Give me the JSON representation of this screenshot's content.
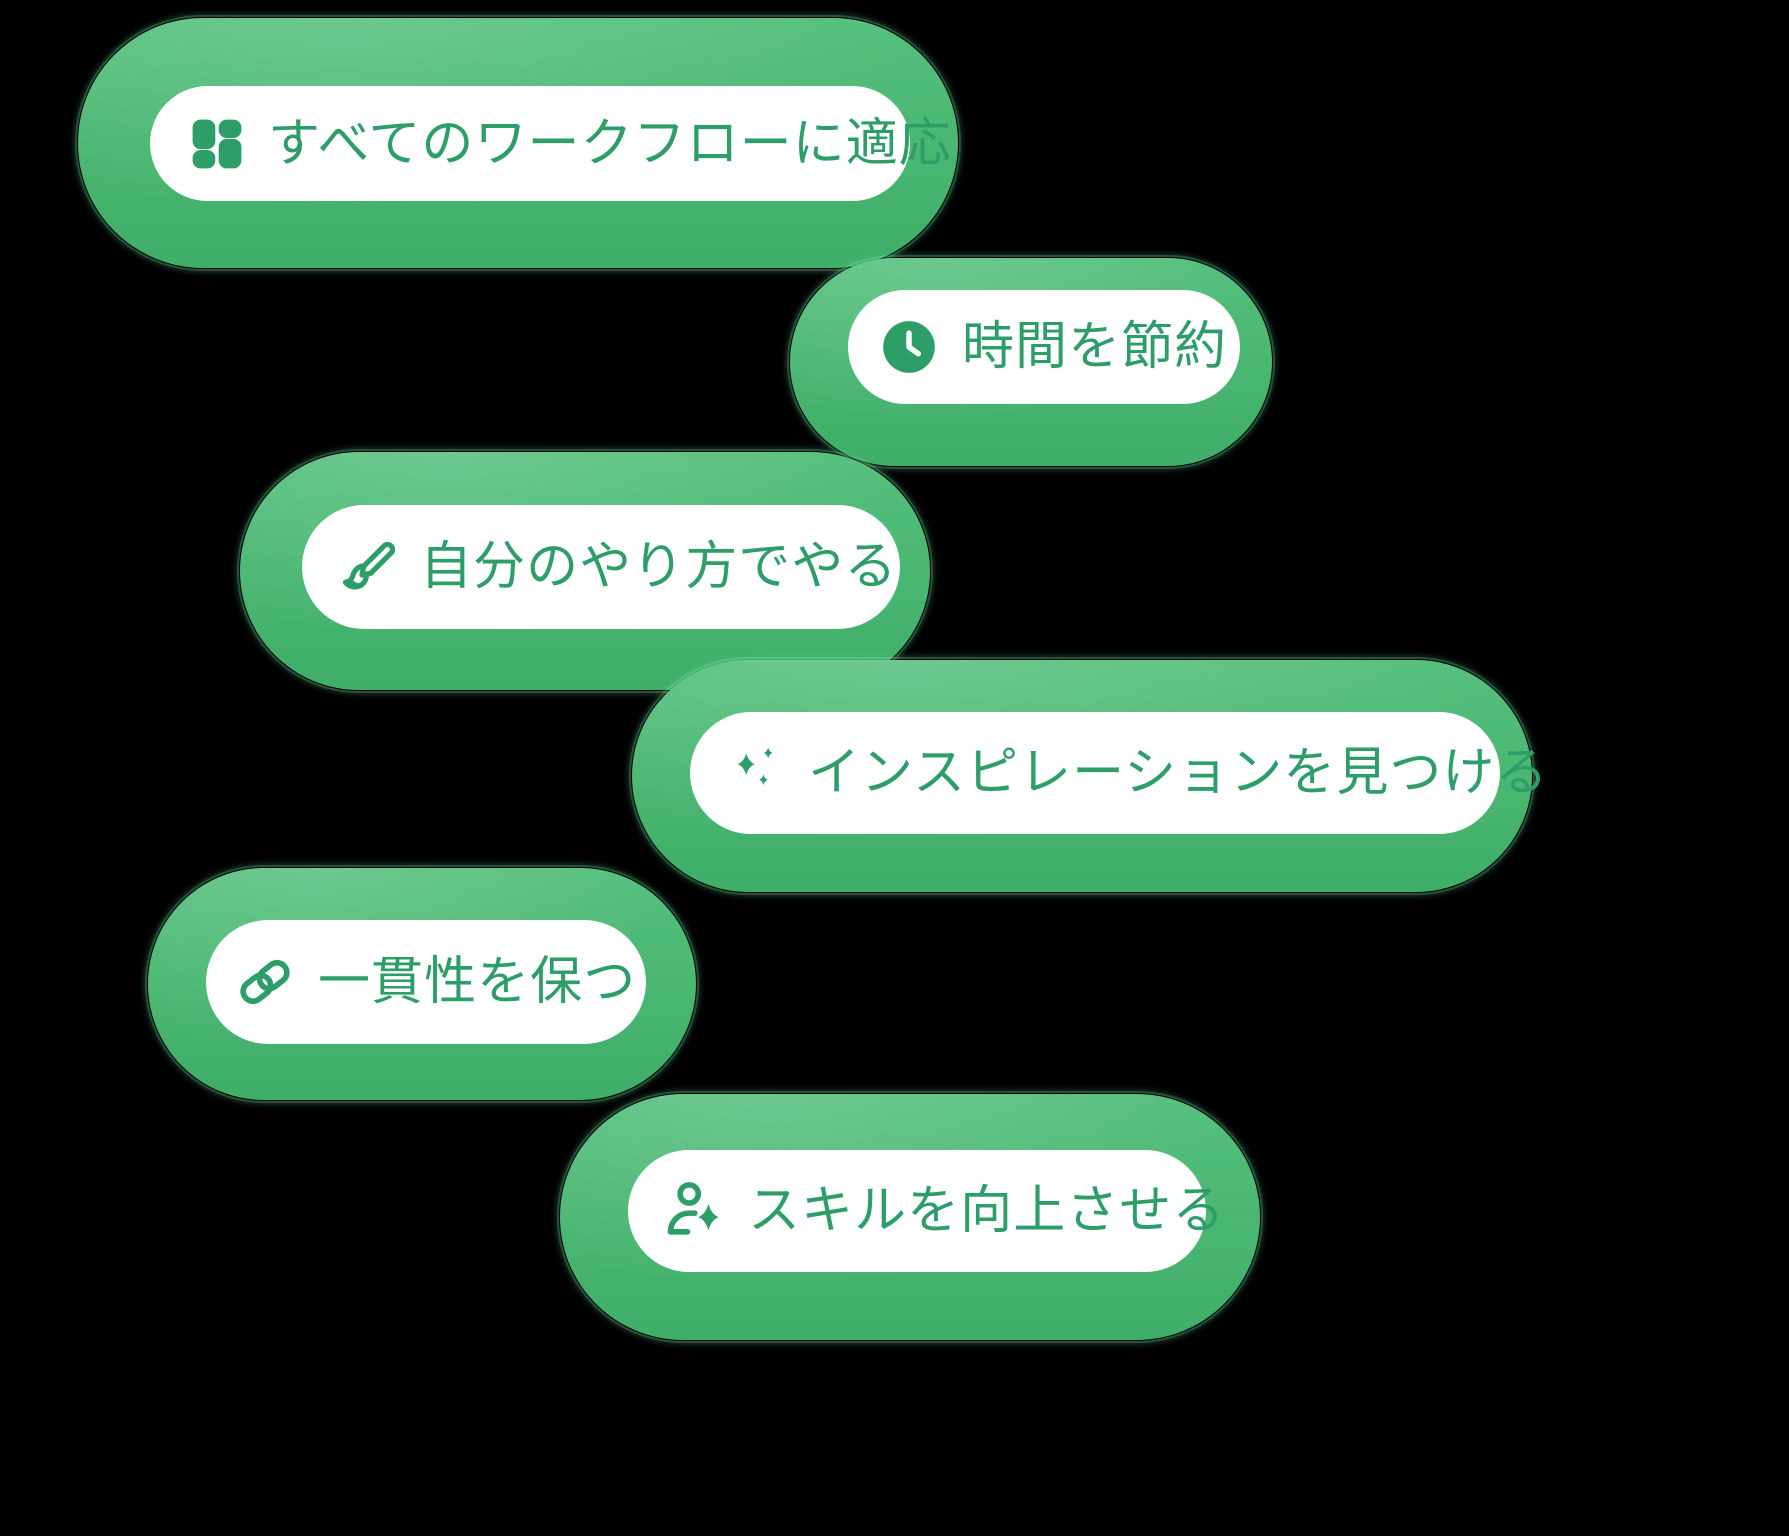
{
  "theme": {
    "background": "#000000",
    "capsule_green": "#43b96f",
    "inner_background": "#ffffff",
    "text_green": "#2e9e68"
  },
  "pills": [
    {
      "id": "adapt-to-workflow",
      "icon": "layout-dashboard-icon",
      "label": "すべてのワークフローに適応"
    },
    {
      "id": "save-time",
      "icon": "clock-icon",
      "label": "時間を節約"
    },
    {
      "id": "do-it-your-way",
      "icon": "paintbrush-icon",
      "label": "自分のやり方でやる"
    },
    {
      "id": "find-inspiration",
      "icon": "sparkles-icon",
      "label": "インスピレーションを見つける"
    },
    {
      "id": "stay-consistent",
      "icon": "link-icon",
      "label": "一貫性を保つ"
    },
    {
      "id": "improve-skills",
      "icon": "user-sparkle-icon",
      "label": "スキルを向上させる"
    }
  ]
}
